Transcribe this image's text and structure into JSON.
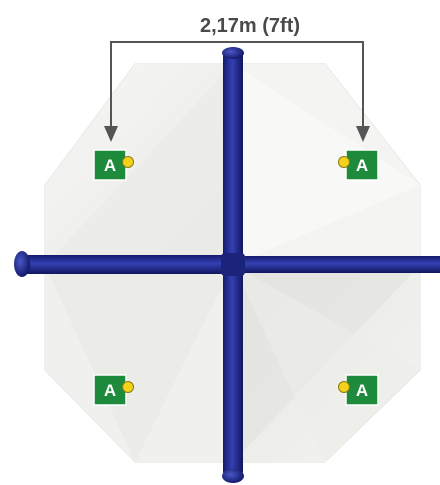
{
  "dimension": {
    "label": "2,17m (7ft)"
  },
  "markers": [
    {
      "label": "A",
      "dot_side": "right"
    },
    {
      "label": "A",
      "dot_side": "left"
    },
    {
      "label": "A",
      "dot_side": "right"
    },
    {
      "label": "A",
      "dot_side": "left"
    }
  ],
  "colors": {
    "canopy_light": "#f3f3f1",
    "canopy_shade": "#e2e2df",
    "canopy_edge": "#d6d6d3",
    "frame_blue": "#1f2a8a",
    "frame_highlight": "#4a57c8",
    "marker_green": "#1e8a3c",
    "marker_dot": "#f2d21a",
    "arrow_gray": "#555555",
    "text_gray": "#4a4a4a"
  },
  "icons": {
    "marker_dot": "yellow-dot-icon",
    "arrow": "arrow-down-icon"
  }
}
